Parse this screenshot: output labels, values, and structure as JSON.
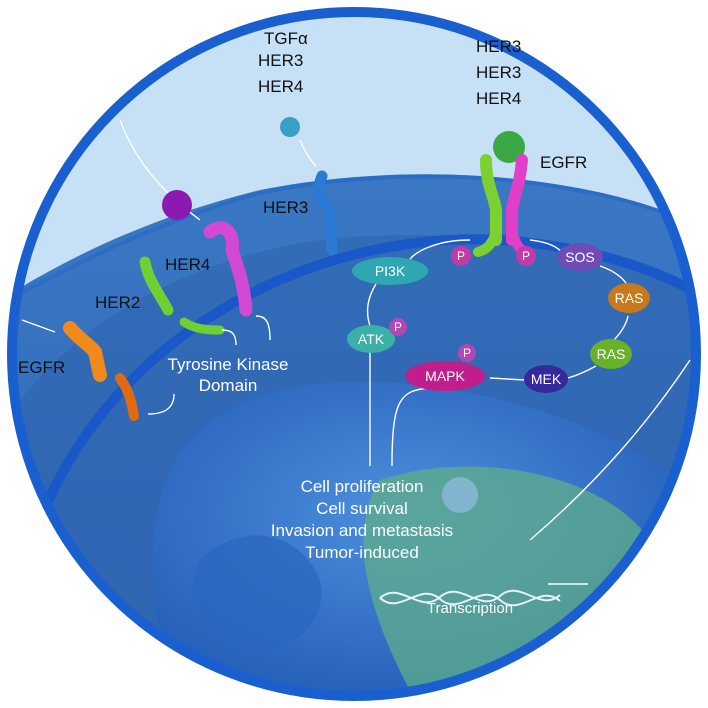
{
  "colors": {
    "border": "#1a5fd0",
    "background": "#c6e0f6",
    "cell": "#3f7fc8",
    "nucleus": "#1f5fbd",
    "membrane": "#1a57c8"
  },
  "ligands": {
    "left_group": [
      "TGFα",
      "HER3",
      "HER4"
    ],
    "right_group": [
      "HER3",
      "HER3",
      "HER4"
    ]
  },
  "receptors": {
    "egfr_top": "EGFR",
    "her3": "HER3",
    "her4": "HER4",
    "her2": "HER2",
    "egfr_left": "EGFR"
  },
  "tyrosine_kinase": [
    "Tyrosine Kinase",
    "Domain"
  ],
  "pathway": {
    "pi3k": "PI3K",
    "atk": "ATK",
    "mapk": "MAPK",
    "mek": "MEK",
    "sos": "SOS",
    "ras1": "RAS",
    "ras2": "RAS",
    "phospho": "P"
  },
  "outcomes": [
    "Cell proliferation",
    "Cell survival",
    "Invasion and metastasis",
    "Tumor-induced"
  ],
  "transcription": "Transcription"
}
